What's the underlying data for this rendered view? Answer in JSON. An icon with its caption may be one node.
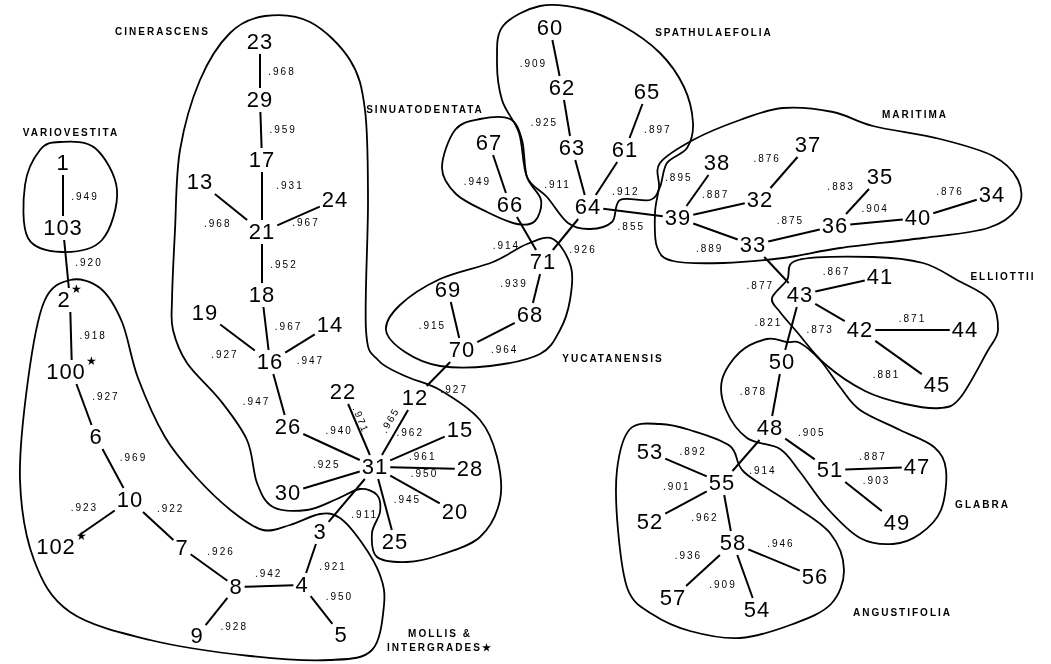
{
  "diagram": {
    "nodes": [
      {
        "text": [
          "CINERASCENS"
        ]
      },
      {
        "text": [
          "23"
        ],
        "in": 0
      },
      {
        "text": [
          "29"
        ],
        "in": 0
      },
      {
        "text": [
          "17"
        ],
        "in": 0
      },
      {
        "text": [
          "13"
        ],
        "in": 0
      },
      {
        "text": [
          "21"
        ],
        "in": 0
      },
      {
        "text": [
          "24"
        ],
        "in": 0
      },
      {
        "text": [
          "18"
        ],
        "in": 0
      },
      {
        "text": [
          "19"
        ],
        "in": 0
      },
      {
        "text": [
          "14"
        ],
        "in": 0
      },
      {
        "text": [
          "16"
        ],
        "in": 0
      },
      {
        "text": [
          "26"
        ],
        "in": 0
      },
      {
        "text": [
          "22"
        ],
        "in": 0
      },
      {
        "text": [
          "30"
        ],
        "in": 0
      },
      {
        "text": [
          "31"
        ],
        "in": 0
      },
      {
        "text": [
          "12"
        ],
        "in": 0
      },
      {
        "text": [
          "15"
        ],
        "in": 0
      },
      {
        "text": [
          "28"
        ],
        "in": 0
      },
      {
        "text": [
          "20"
        ],
        "in": 0
      },
      {
        "text": [
          "25"
        ],
        "in": 0
      },
      {
        "text": [
          "VARIOVESTITA"
        ]
      },
      {
        "text": [
          "1"
        ],
        "in": 20
      },
      {
        "text": [
          "103"
        ],
        "in": 20
      },
      {
        "text": [
          "MOLLIS & INTERGRADES★"
        ]
      },
      {
        "text": [
          "2$^{★}$"
        ],
        "in": 23
      },
      {
        "text": [
          "100$^{★}$"
        ],
        "in": 23
      },
      {
        "text": [
          "6"
        ],
        "in": 23
      },
      {
        "text": [
          "10"
        ],
        "in": 23
      },
      {
        "text": [
          "102$^{★}$"
        ],
        "in": 23
      },
      {
        "text": [
          "7"
        ],
        "in": 23
      },
      {
        "text": [
          "8"
        ],
        "in": 23
      },
      {
        "text": [
          "9"
        ],
        "in": 23
      },
      {
        "text": [
          "4"
        ],
        "in": 23
      },
      {
        "text": [
          "5"
        ],
        "in": 23
      },
      {
        "text": [
          "3"
        ],
        "in": 23
      },
      {
        "text": [
          "SPATHULAEFOLIA"
        ]
      },
      {
        "text": [
          "60"
        ],
        "in": 35
      },
      {
        "text": [
          "62"
        ],
        "in": 35
      },
      {
        "text": [
          "65"
        ],
        "in": 35
      },
      {
        "text": [
          "63"
        ],
        "in": 35
      },
      {
        "text": [
          "61"
        ],
        "in": 35
      },
      {
        "text": [
          "64"
        ],
        "in": 35
      },
      {
        "text": [
          "SINUATODENTATA"
        ]
      },
      {
        "text": [
          "67"
        ],
        "in": 42
      },
      {
        "text": [
          "66"
        ],
        "in": 42
      },
      {
        "text": [
          "YUCATANENSIS"
        ]
      },
      {
        "text": [
          "71"
        ],
        "in": 45
      },
      {
        "text": [
          "69"
        ],
        "in": 45
      },
      {
        "text": [
          "68"
        ],
        "in": 45
      },
      {
        "text": [
          "70"
        ],
        "in": 45
      },
      {
        "text": [
          "MARITIMA"
        ]
      },
      {
        "text": [
          "37"
        ],
        "in": 50
      },
      {
        "text": [
          "38"
        ],
        "in": 50
      },
      {
        "text": [
          "32"
        ],
        "in": 50
      },
      {
        "text": [
          "35"
        ],
        "in": 50
      },
      {
        "text": [
          "34"
        ],
        "in": 50
      },
      {
        "text": [
          "39"
        ],
        "in": 50
      },
      {
        "text": [
          "36"
        ],
        "in": 50
      },
      {
        "text": [
          "40"
        ],
        "in": 50
      },
      {
        "text": [
          "33"
        ],
        "in": 50
      },
      {
        "text": [
          "ELLIOTTII"
        ]
      },
      {
        "text": [
          "41"
        ],
        "in": 60
      },
      {
        "text": [
          "43"
        ],
        "in": 60
      },
      {
        "text": [
          "42"
        ],
        "in": 60
      },
      {
        "text": [
          "44"
        ],
        "in": 60
      },
      {
        "text": [
          "45"
        ],
        "in": 60
      },
      {
        "text": [
          "GLABRA"
        ]
      },
      {
        "text": [
          "50"
        ],
        "in": 66
      },
      {
        "text": [
          "48"
        ],
        "in": 66
      },
      {
        "text": [
          "51"
        ],
        "in": 66
      },
      {
        "text": [
          "47"
        ],
        "in": 66
      },
      {
        "text": [
          "49"
        ],
        "in": 66
      },
      {
        "text": [
          "ANGUSTIFOLIA"
        ]
      },
      {
        "text": [
          "53"
        ],
        "in": 72
      },
      {
        "text": [
          "55"
        ],
        "in": 72
      },
      {
        "text": [
          "52"
        ],
        "in": 72
      },
      {
        "text": [
          "58"
        ],
        "in": 72
      },
      {
        "text": [
          "57"
        ],
        "in": 72
      },
      {
        "text": [
          "56"
        ],
        "in": 72
      },
      {
        "text": [
          "54"
        ],
        "in": 72
      }
    ],
    "edges": [
      {
        "from": 21,
        "to": 22,
        "arrow": "none",
        "label": ".949"
      },
      {
        "from": 22,
        "to": 24,
        "arrow": "none",
        "label": ".920"
      },
      {
        "from": 24,
        "to": 25,
        "arrow": "none",
        "label": ".918"
      },
      {
        "from": 25,
        "to": 26,
        "arrow": "none",
        "label": ".927"
      },
      {
        "from": 26,
        "to": 27,
        "arrow": "none",
        "label": ".969"
      },
      {
        "from": 27,
        "to": 28,
        "arrow": "none",
        "label": ".923"
      },
      {
        "from": 27,
        "to": 29,
        "arrow": "none",
        "label": ".922"
      },
      {
        "from": 29,
        "to": 30,
        "arrow": "none",
        "label": ".926"
      },
      {
        "from": 30,
        "to": 32,
        "arrow": "none",
        "label": ".942"
      },
      {
        "from": 30,
        "to": 31,
        "arrow": "none",
        "label": ".928"
      },
      {
        "from": 32,
        "to": 33,
        "arrow": "none",
        "label": ".950"
      },
      {
        "from": 32,
        "to": 34,
        "arrow": "none",
        "label": ".921"
      },
      {
        "from": 34,
        "to": 14,
        "arrow": "none",
        "label": ".911"
      },
      {
        "from": 1,
        "to": 2,
        "arrow": "none",
        "label": ".968"
      },
      {
        "from": 2,
        "to": 3,
        "arrow": "none",
        "label": ".959"
      },
      {
        "from": 3,
        "to": 5,
        "arrow": "none",
        "label": ".931"
      },
      {
        "from": 4,
        "to": 5,
        "arrow": "none",
        "label": ".968"
      },
      {
        "from": 6,
        "to": 5,
        "arrow": "none",
        "label": ".967"
      },
      {
        "from": 5,
        "to": 7,
        "arrow": "none",
        "label": ".952"
      },
      {
        "from": 7,
        "to": 10,
        "arrow": "none",
        "label": ".967"
      },
      {
        "from": 8,
        "to": 10,
        "arrow": "none",
        "label": ".927"
      },
      {
        "from": 9,
        "to": 10,
        "arrow": "none",
        "label": ".947"
      },
      {
        "from": 10,
        "to": 11,
        "arrow": "none",
        "label": ".947"
      },
      {
        "from": 11,
        "to": 14,
        "arrow": "none",
        "label": ".940"
      },
      {
        "from": 13,
        "to": 14,
        "arrow": "none",
        "label": ".925"
      },
      {
        "from": 12,
        "to": 14,
        "arrow": "none",
        "label": ".971"
      },
      {
        "from": 14,
        "to": 15,
        "arrow": "none",
        "label": ".965"
      },
      {
        "from": 14,
        "to": 16,
        "arrow": "none",
        "label": ".962"
      },
      {
        "from": 14,
        "to": 17,
        "arrow": "none",
        "label": ".961"
      },
      {
        "from": 14,
        "to": 18,
        "arrow": "none",
        "label": ".950"
      },
      {
        "from": 14,
        "to": 19,
        "arrow": "none",
        "label": ".945"
      },
      {
        "from": 15,
        "to": 49,
        "arrow": "none",
        "label": ".927"
      },
      {
        "from": 49,
        "to": 47,
        "arrow": "none",
        "label": ".915"
      },
      {
        "from": 49,
        "to": 48,
        "arrow": "none",
        "label": ".964"
      },
      {
        "from": 48,
        "to": 46,
        "arrow": "none",
        "label": ".939"
      },
      {
        "from": 46,
        "to": 44,
        "arrow": "none",
        "label": ".914"
      },
      {
        "from": 44,
        "to": 43,
        "arrow": "none",
        "label": ".949"
      },
      {
        "from": 46,
        "to": 41,
        "arrow": "none",
        "label": ".926"
      },
      {
        "from": 41,
        "to": 39,
        "arrow": "none",
        "label": ".911"
      },
      {
        "from": 39,
        "to": 37,
        "arrow": "none",
        "label": ".925"
      },
      {
        "from": 37,
        "to": 36,
        "arrow": "none",
        "label": ".909"
      },
      {
        "from": 41,
        "to": 40,
        "arrow": "none",
        "label": ".912"
      },
      {
        "from": 40,
        "to": 38,
        "arrow": "none",
        "label": ".897"
      },
      {
        "from": 41,
        "to": 56,
        "arrow": "none",
        "label": ".855"
      },
      {
        "from": 56,
        "to": 52,
        "arrow": "none",
        "label": ".895"
      },
      {
        "from": 56,
        "to": 53,
        "arrow": "none",
        "label": ".887"
      },
      {
        "from": 53,
        "to": 51,
        "arrow": "none",
        "label": ".876"
      },
      {
        "from": 56,
        "to": 59,
        "arrow": "none",
        "label": ".889"
      },
      {
        "from": 59,
        "to": 57,
        "arrow": "none",
        "label": ".875"
      },
      {
        "from": 57,
        "to": 54,
        "arrow": "none",
        "label": ".883"
      },
      {
        "from": 57,
        "to": 58,
        "arrow": "none",
        "label": ".904"
      },
      {
        "from": 58,
        "to": 55,
        "arrow": "none",
        "label": ".876"
      },
      {
        "from": 59,
        "to": 62,
        "arrow": "none",
        "label": ".877"
      },
      {
        "from": 62,
        "to": 61,
        "arrow": "none",
        "label": ".867"
      },
      {
        "from": 62,
        "to": 63,
        "arrow": "none",
        "label": ".873"
      },
      {
        "from": 63,
        "to": 64,
        "arrow": "none",
        "label": ".871"
      },
      {
        "from": 63,
        "to": 65,
        "arrow": "none",
        "label": ".881"
      },
      {
        "from": 62,
        "to": 67,
        "arrow": "none",
        "label": ".821"
      },
      {
        "from": 67,
        "to": 68,
        "arrow": "none",
        "label": ".878"
      },
      {
        "from": 68,
        "to": 69,
        "arrow": "none",
        "label": ".905"
      },
      {
        "from": 69,
        "to": 70,
        "arrow": "none",
        "label": ".887"
      },
      {
        "from": 69,
        "to": 71,
        "arrow": "none",
        "label": ".903"
      },
      {
        "from": 68,
        "to": 74,
        "arrow": "none",
        "label": ".914"
      },
      {
        "from": 74,
        "to": 73,
        "arrow": "none",
        "label": ".892"
      },
      {
        "from": 74,
        "to": 75,
        "arrow": "none",
        "label": ".901"
      },
      {
        "from": 74,
        "to": 76,
        "arrow": "none",
        "label": ".962"
      },
      {
        "from": 76,
        "to": 77,
        "arrow": "none",
        "label": ".936"
      },
      {
        "from": 76,
        "to": 79,
        "arrow": "none",
        "label": ".909"
      },
      {
        "from": 76,
        "to": 78,
        "arrow": "none",
        "label": ".946"
      }
    ]
  }
}
